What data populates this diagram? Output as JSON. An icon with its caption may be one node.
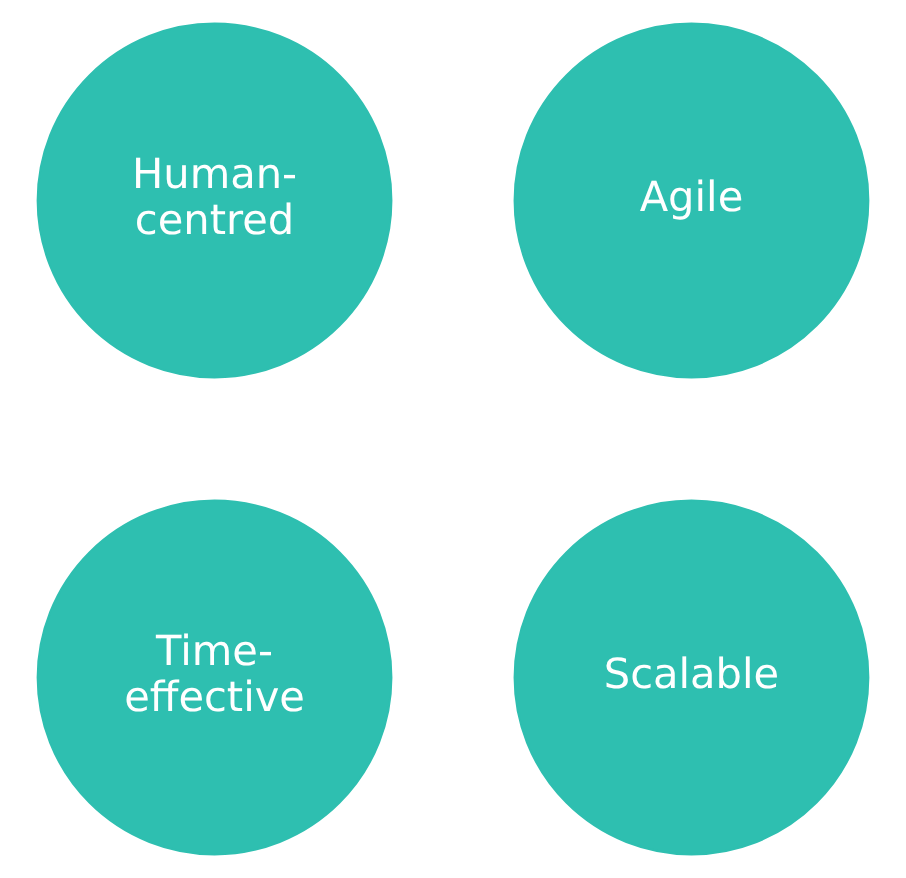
{
  "diagram": {
    "nodes": [
      {
        "text": [
          "Human-centred"
        ]
      },
      {
        "text": [
          "Agile"
        ]
      },
      {
        "text": [
          "Time-effective"
        ]
      },
      {
        "text": [
          "Scalable"
        ]
      }
    ]
  }
}
